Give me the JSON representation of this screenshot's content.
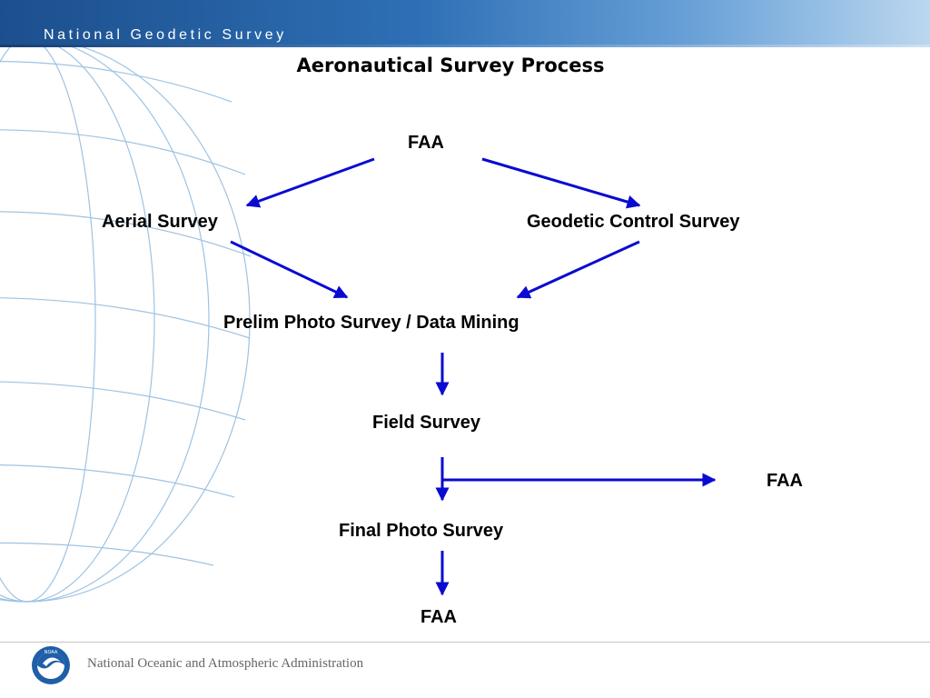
{
  "header": {
    "title": "National Geodetic Survey"
  },
  "title": "Aeronautical Survey Process",
  "nodes": {
    "faa_top": "FAA",
    "aerial_survey": "Aerial Survey",
    "geodetic_control_survey": "Geodetic Control Survey",
    "prelim_photo_survey": "Prelim Photo Survey / Data Mining",
    "field_survey": "Field Survey",
    "faa_right": "FAA",
    "final_photo_survey": "Final Photo Survey",
    "faa_bottom": "FAA"
  },
  "edges": [
    {
      "from": "FAA",
      "to": "Aerial Survey"
    },
    {
      "from": "FAA",
      "to": "Geodetic Control Survey"
    },
    {
      "from": "Aerial Survey",
      "to": "Prelim Photo Survey / Data Mining"
    },
    {
      "from": "Geodetic Control Survey",
      "to": "Prelim Photo Survey / Data Mining"
    },
    {
      "from": "Prelim Photo Survey / Data Mining",
      "to": "Field Survey"
    },
    {
      "from": "Field Survey",
      "to": "Final Photo Survey"
    },
    {
      "from": "Field Survey",
      "to": "FAA"
    },
    {
      "from": "Final Photo Survey",
      "to": "FAA"
    }
  ],
  "footer": {
    "organization": "National Oceanic and Atmospheric Administration",
    "logo_text": "NOAA"
  },
  "colors": {
    "arrow": "#0a0ad2",
    "header": "#2e6fb5",
    "globe": "#9ec3e2",
    "noaa_blue": "#1f5fa8"
  }
}
